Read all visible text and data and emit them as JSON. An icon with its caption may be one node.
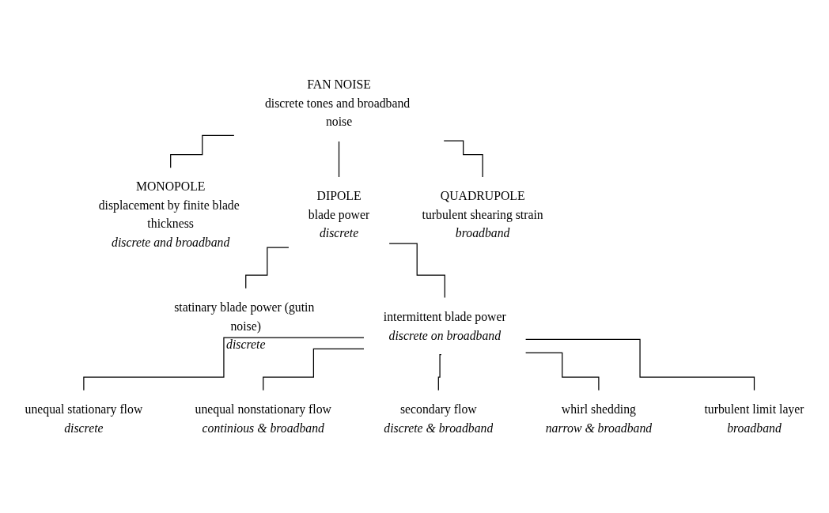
{
  "diagram": {
    "nodes": [
      {
        "text": [
          "FAN NOISE",
          "discrete tones and broadband noise"
        ]
      },
      {
        "text": [
          "MONOPOLE",
          "displacement by finite blade thickness",
          "discrete and broadband"
        ]
      },
      {
        "text": [
          "DIPOLE",
          "blade power",
          "discrete"
        ]
      },
      {
        "text": [
          "QUADRUPOLE",
          "turbulent shearing strain",
          "broadband"
        ]
      },
      {
        "text": [
          "statinary blade power (gutin noise)",
          "discrete"
        ]
      },
      {
        "text": [
          "intermittent blade power",
          "discrete on broadband"
        ]
      },
      {
        "text": [
          "unequal stationary flow",
          "discrete"
        ]
      },
      {
        "text": [
          "unequal nonstationary flow",
          "continious & broadband"
        ]
      },
      {
        "text": [
          "secondary flow",
          "discrete & broadband"
        ]
      },
      {
        "text": [
          "whirl shedding",
          "narrow & broadband"
        ]
      },
      {
        "text": [
          "turbulent limit layer",
          "broadband"
        ]
      }
    ],
    "edges": [
      {
        "from": 0,
        "to": 1,
        "arrow": "none"
      },
      {
        "from": 0,
        "to": 2,
        "arrow": "none"
      },
      {
        "from": 0,
        "to": 3,
        "arrow": "none"
      },
      {
        "from": 2,
        "to": 4,
        "arrow": "none"
      },
      {
        "from": 2,
        "to": 5,
        "arrow": "none"
      },
      {
        "from": 5,
        "to": 6,
        "arrow": "none"
      },
      {
        "from": 5,
        "to": 7,
        "arrow": "none"
      },
      {
        "from": 5,
        "to": 8,
        "arrow": "none"
      },
      {
        "from": 5,
        "to": 9,
        "arrow": "none"
      },
      {
        "from": 5,
        "to": 10,
        "arrow": "none"
      }
    ]
  }
}
